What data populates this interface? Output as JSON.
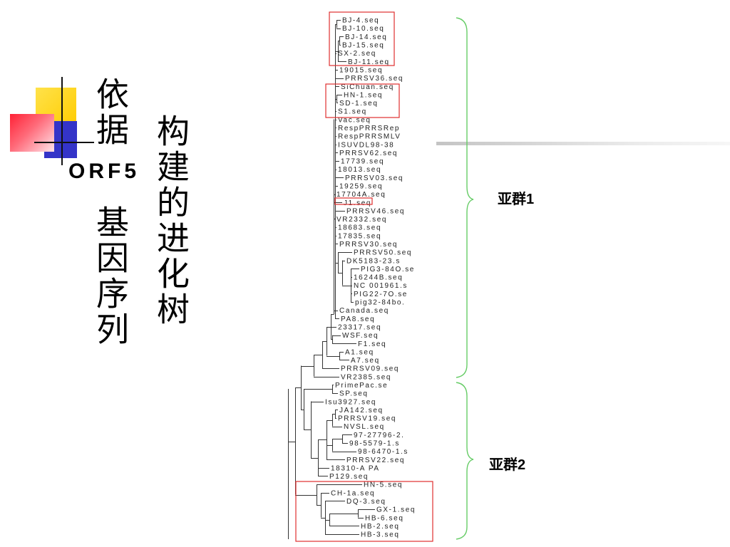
{
  "title": {
    "col1_top": "依据",
    "gene": "ORF5",
    "col1_bottom": "基因序列",
    "col2": "构建的进化树"
  },
  "tree": {
    "leaves": [
      "BJ-4.seq",
      "BJ-10.seq",
      "BJ-14.seq",
      "BJ-15.seq",
      "SX-2.seq",
      "BJ-11.seq",
      "19015.seq",
      "PRRSV36.seq",
      "SiChuan.seq",
      "HN-1.seq",
      "SD-1.seq",
      "S1.seq",
      "Vac.seq",
      "RespPRRSRep",
      "RespPRRSMLV",
      "ISUVDL98-38",
      "PRRSV62.seq",
      "17739.seq",
      "18013.seq",
      "PRRSV03.seq",
      "19259.seq",
      "17704A.seq",
      "J1.seq",
      "PRRSV46.seq",
      "VR2332.seq",
      "18683.seq",
      "17835.seq",
      "PRRSV30.seq",
      "PRRSV50.seq",
      "DK5183-23.s",
      "PIG3-84O.se",
      "16244B.seq",
      "NC 001961.s",
      "PIG22-7O.se",
      "pig32-84bo.",
      "Canada.seq",
      "PA8.seq",
      "23317.seq",
      "WSF.seq",
      "F1.seq",
      "A1.seq",
      "A7.seq",
      "PRRSV09.seq",
      "VR2385.seq",
      "PrimePac.se",
      "SP.seq",
      "Isu3927.seq",
      "JA142.seq",
      "PRRSV19.seq",
      "NVSL.seq",
      "97-27796-2.",
      "98-5579-1.s",
      "98-6470-1.s",
      "PRRSV22.seq",
      "18310-A PA",
      "P129.seq",
      "HN-5.seq",
      "CH-1a.seq",
      "DQ-3.seq",
      "GX-1.seq",
      "HB-6.seq",
      "HB-2.seq",
      "HB-3.seq"
    ]
  },
  "subgroups": [
    {
      "label": "亚群1"
    },
    {
      "label": "亚群2"
    }
  ],
  "colors": {
    "brace": "#66cc66",
    "highlight_box": "#e03030",
    "branch": "#333333",
    "deco_yellow": "#ffcc00",
    "deco_blue": "#3434c8",
    "deco_red": "#ff2236"
  }
}
